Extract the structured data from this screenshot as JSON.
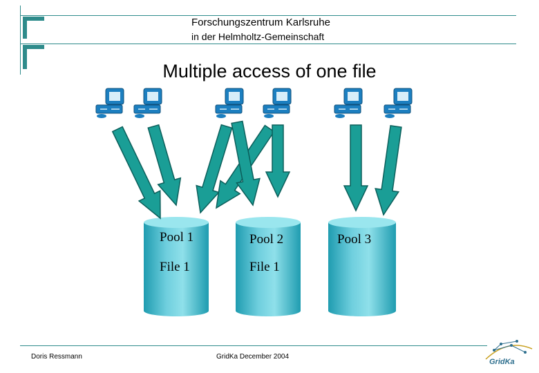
{
  "header": {
    "org_name": "Forschungszentrum Karlsruhe",
    "org_subtitle": "in der Helmholtz-Gemeinschaft"
  },
  "slide": {
    "title": "Multiple access of one file"
  },
  "icons": {
    "client": "computer-workstation-icon",
    "logo": "gridka-logo-icon"
  },
  "pools": [
    {
      "name": "Pool 1",
      "file": "File 1"
    },
    {
      "name": "Pool 2",
      "file": "File 1"
    },
    {
      "name": "Pool 3",
      "file": ""
    }
  ],
  "footer": {
    "author": "Doris Ressmann",
    "event": "GridKa December 2004",
    "logo_text": "GridKa"
  },
  "colors": {
    "accent": "#2e8b8b",
    "arrow": "#1a9e96",
    "cylinder_light": "#7fd6e3",
    "cylinder_dark": "#1f9cb0",
    "monitor": "#1c7fc0"
  }
}
